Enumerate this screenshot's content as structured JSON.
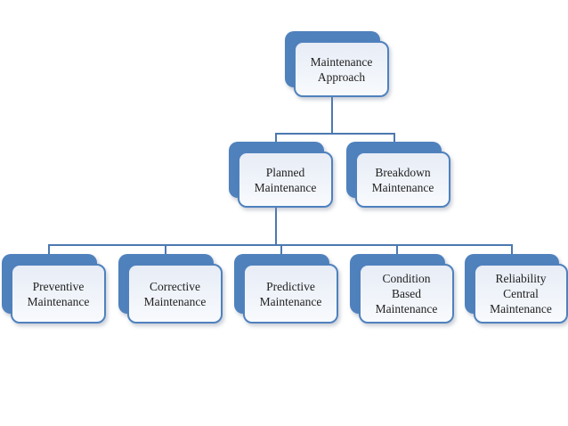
{
  "diagram": {
    "type": "hierarchy-org-chart",
    "colors": {
      "shadow_box": "#4f81bd",
      "face_fill": "#eef1f8",
      "face_border": "#4f81bd",
      "connector": "#4c79b1",
      "text": "#212121",
      "background": "#ffffff"
    },
    "nodes": [
      {
        "id": "maintenance-approach",
        "label": "Maintenance\nApproach",
        "level": 1,
        "parent": null
      },
      {
        "id": "planned-maintenance",
        "label": "Planned\nMaintenance",
        "level": 2,
        "parent": "maintenance-approach"
      },
      {
        "id": "breakdown-maintenance",
        "label": "Breakdown\nMaintenance",
        "level": 2,
        "parent": "maintenance-approach"
      },
      {
        "id": "preventive-maintenance",
        "label": "Preventive\nMaintenance",
        "level": 3,
        "parent": "planned-maintenance"
      },
      {
        "id": "corrective-maintenance",
        "label": "Corrective\nMaintenance",
        "level": 3,
        "parent": "planned-maintenance"
      },
      {
        "id": "predictive-maintenance",
        "label": "Predictive\nMaintenance",
        "level": 3,
        "parent": "planned-maintenance"
      },
      {
        "id": "condition-based-maintenance",
        "label": "Condition\nBased\nMaintenance",
        "level": 3,
        "parent": "planned-maintenance"
      },
      {
        "id": "reliability-central-maintenance",
        "label": "Reliability\nCentral\nMaintenance",
        "level": 3,
        "parent": "planned-maintenance"
      }
    ]
  }
}
